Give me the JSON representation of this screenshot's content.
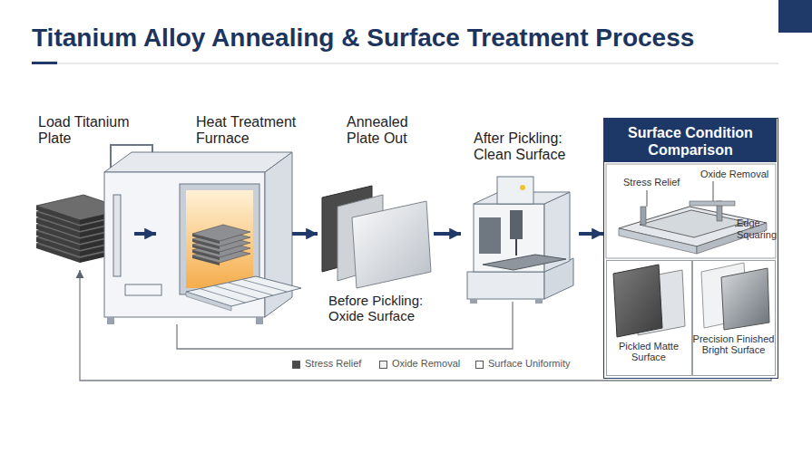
{
  "diagram": {
    "title": "Titanium Alloy Annealing & Surface Treatment Process",
    "nodes": [
      {
        "text": [
          "Load Titanium Plate"
        ]
      },
      {
        "text": [
          "Heat Treatment Furnace"
        ]
      },
      {
        "text": [
          "Annealed Plate Out",
          "Before Pickling: Oxide Surface"
        ]
      },
      {
        "text": [
          "After Pickling: Clean Surface"
        ]
      },
      {
        "text": [
          "Surface Condition Comparison"
        ]
      },
      {
        "text": [
          "Pickled Matte Surface"
        ],
        "in": 4
      },
      {
        "text": [
          "Precision Finished Bright Surface"
        ],
        "in": 4
      }
    ],
    "edges": [
      {
        "from": 0,
        "to": 1,
        "arrow": "to"
      },
      {
        "from": 1,
        "to": 2,
        "arrow": "to"
      },
      {
        "from": 2,
        "to": 3,
        "arrow": "to"
      },
      {
        "from": 3,
        "to": 4,
        "arrow": "to"
      },
      {
        "from": 1,
        "to": 3,
        "arrow": "none"
      },
      {
        "from": 4,
        "to": 0,
        "arrow": "to"
      }
    ],
    "labels": [
      "Stress Relief",
      "Oxide Removal",
      "Edge Squaring"
    ],
    "legend": [
      {
        "text": "Stress Relief",
        "color": "#4a4a4a"
      },
      {
        "text": "Oxide Removal",
        "color": "#f2f2f2"
      },
      {
        "text": "Surface Uniformity",
        "color": "#ffffff"
      }
    ]
  }
}
